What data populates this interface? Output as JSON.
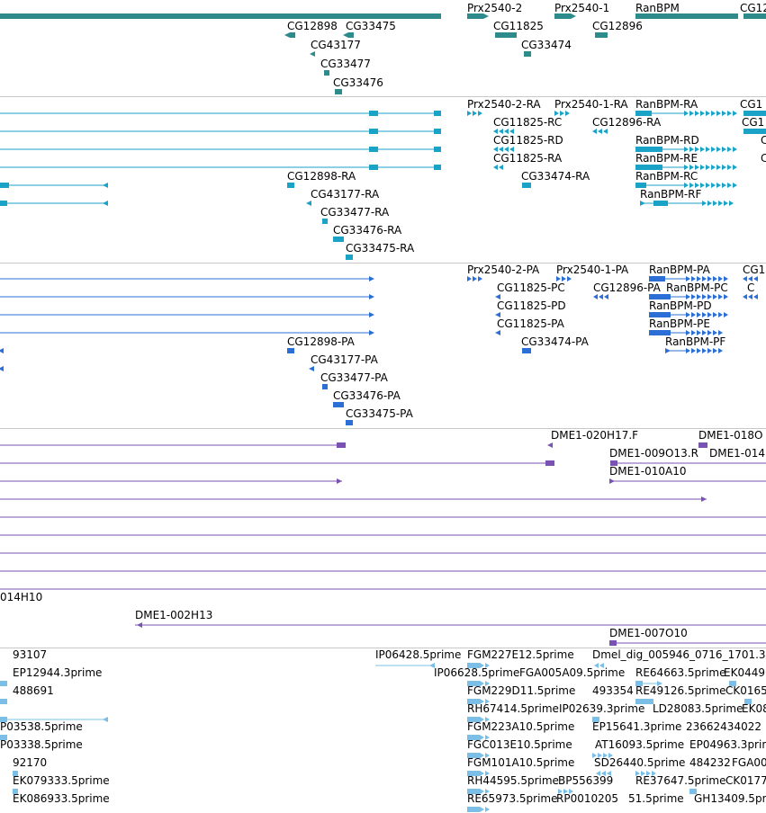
{
  "colors": {
    "gene": "#2e8b8b",
    "mrna": "#1aa3c7",
    "protein": "#2b6fd6",
    "est_purple": "#7a52b3",
    "est_light": "#7bbfe6",
    "separator": "#c8c8c8"
  },
  "tracks": {
    "genes": {
      "labels": [
        "Prx2540-2",
        "Prx2540-1",
        "RanBPM",
        "CG12",
        "CG12898",
        "CG33475",
        "CG11825",
        "CG12896",
        "CG43177",
        "CG33474",
        "CG33477",
        "CG33476"
      ]
    },
    "transcripts": {
      "labels": [
        "Prx2540-2-RA",
        "Prx2540-1-RA",
        "RanBPM-RA",
        "CG1",
        "CG11825-RC",
        "CG12896-RA",
        "CG1",
        "CG11825-RD",
        "RanBPM-RD",
        "C",
        "CG11825-RA",
        "RanBPM-RE",
        "C",
        "CG12898-RA",
        "CG33474-RA",
        "RanBPM-RC",
        "CG43177-RA",
        "RanBPM-RF",
        "CG33477-RA",
        "CG33476-RA",
        "CG33475-RA"
      ]
    },
    "proteins": {
      "labels": [
        "Prx2540-2-PA",
        "Prx2540-1-PA",
        "RanBPM-PA",
        "CG1",
        "CG11825-PC",
        "CG12896-PA",
        "RanBPM-PC",
        "C",
        "CG11825-PD",
        "RanBPM-PD",
        "CG11825-PA",
        "RanBPM-PE",
        "CG12898-PA",
        "CG33474-PA",
        "RanBPM-PF",
        "CG43177-PA",
        "CG33477-PA",
        "CG33476-PA",
        "CG33475-PA"
      ]
    },
    "clones": {
      "labels": [
        "DME1-020H17.F",
        "DME1-018O",
        "DME1-009O13.R",
        "DME1-014",
        "DME1-010A10",
        "014H10",
        "DME1-002H13",
        "DME1-007O10"
      ]
    },
    "ests": {
      "labels": [
        "93107",
        "IP06428.5prime",
        "FGM227E12.5prime",
        "Dmel_dig_005946_0716_1701.3",
        "EP12944.3prime",
        "IP06628.5prime",
        "FGA005A09.5prime",
        "RE64663.5prime",
        "EK0449",
        "488691",
        "FGM229D11.5prime",
        "493354",
        "RE49126.5prime",
        "CK0165",
        "RH67414.5prime",
        "IP02639.3prime",
        "LD28083.5prime",
        "EK08",
        "P03538.5prime",
        "FGM223A10.5prime",
        "EP15641.3prime",
        "23662434022",
        "P03338.5prime",
        "FGC013E10.5prime",
        "AT16093.5prime",
        "EP04963.3prime",
        "92170",
        "FGM101A10.5prime",
        "SD26440.5prime",
        "484232",
        "FGA00",
        "EK079333.5prime",
        "RH44595.5prime",
        "BP556399",
        "RE37647.5prime",
        "CK0177",
        "EK086933.5prime",
        "RE65973.5prime",
        "RP0010205",
        "51.5prime",
        "GH13409.5prime"
      ]
    }
  }
}
